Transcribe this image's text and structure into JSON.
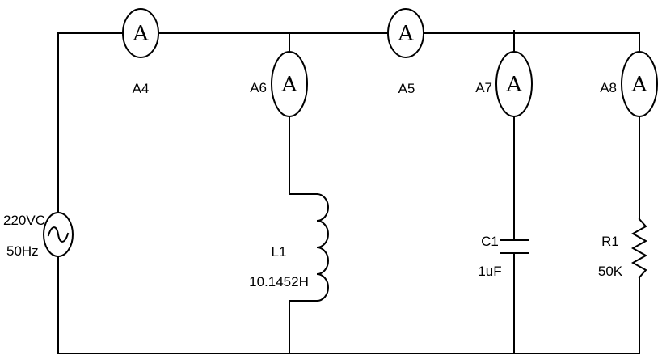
{
  "meter_symbol": "A",
  "ammeters": {
    "a4": "A4",
    "a5": "A5",
    "a6": "A6",
    "a7": "A7",
    "a8": "A8"
  },
  "source": {
    "voltage": "220VC",
    "frequency": "50Hz",
    "icon": "ac-source-icon"
  },
  "inductor": {
    "name": "L1",
    "value": "10.1452H",
    "icon": "inductor-coil-icon"
  },
  "capacitor": {
    "name": "C1",
    "value": "1uF",
    "icon": "capacitor-icon"
  },
  "resistor": {
    "name": "R1",
    "value": "50K",
    "icon": "resistor-zigzag-icon"
  },
  "colors": {
    "wire": "#000000",
    "background": "#ffffff"
  }
}
